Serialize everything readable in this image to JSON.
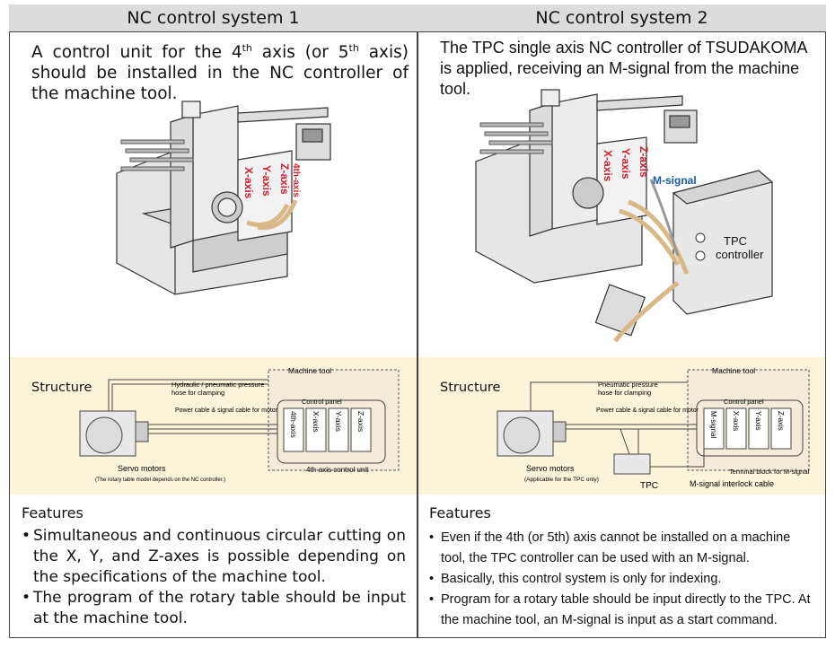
{
  "left": {
    "header": "NC control system 1",
    "intro_before_4": "A control unit for the 4",
    "intro_th1": "th",
    "intro_mid": " axis (or 5",
    "intro_th2": "th",
    "intro_after": " axis) should be installed in the NC controller of the machine tool.",
    "machine_labels": [
      "X-axis",
      "Y-axis",
      "Z-axis",
      "4th-axis"
    ],
    "structure": {
      "title": "Structure",
      "machine_tool": "Machine tool",
      "hydraulic": "Hydraulic / pneumatic pressure",
      "hydraulic2": "hose for clamping",
      "power": "Power cable & signal cable for motor",
      "control_panel": "Control panel",
      "axis_labels": [
        "4th-axis",
        "X-axis",
        "Y-axis",
        "Z-axis"
      ],
      "servo": "Servo motors",
      "servo_note": "(The rotary table model depends on the NC controller.)",
      "unit": "4th-axis control unit"
    },
    "features_title": "Features",
    "features": [
      "Simultaneous and continuous circular cutting on the X, Y, and Z-axes is possible depending on the specifications of the machine tool.",
      "The program of the rotary table should be input at the machine tool."
    ]
  },
  "right": {
    "header": "NC control system 2",
    "intro": "The TPC single axis NC controller of TSUDAKOMA is applied, receiving an M-signal from the machine tool.",
    "machine_labels": [
      "X-axis",
      "Y-axis",
      "Z-axis"
    ],
    "m_signal": "M-signal",
    "tpc_line1": "TPC",
    "tpc_line2": "controller",
    "structure": {
      "title": "Structure",
      "machine_tool": "Machine tool",
      "pneumatic": "Pneumatic pressure",
      "pneumatic2": "hose for clamping",
      "power": "Power cable & signal cable for motor",
      "control_panel": "Control panel",
      "axis_labels": [
        "M-signal",
        "X-axis",
        "Y-axis",
        "Z-axis"
      ],
      "terminal": "Terminal block for M-signal",
      "servo": "Servo motors",
      "servo_note": "(Applicable for the TPC only)",
      "tpc": "TPC",
      "interlock": "M-signal interlock cable"
    },
    "features_title": "Features",
    "features": [
      "Even if the 4th (or 5th) axis cannot be installed on a machine tool, the TPC controller can be used with an M-signal.",
      "Basically, this control system is only for indexing.",
      "Program for a rotary table should be input directly to the TPC. At the machine tool, an M-signal is input as a start command."
    ]
  },
  "colors": {
    "header_bg": "#dcdcdc",
    "band_bg": "#fbf4d8",
    "axis_red": "#d0202a",
    "m_signal_blue": "#1a5aa8",
    "machine_gray": "#e6e6e6",
    "panel_bg": "#f4ecd8"
  }
}
